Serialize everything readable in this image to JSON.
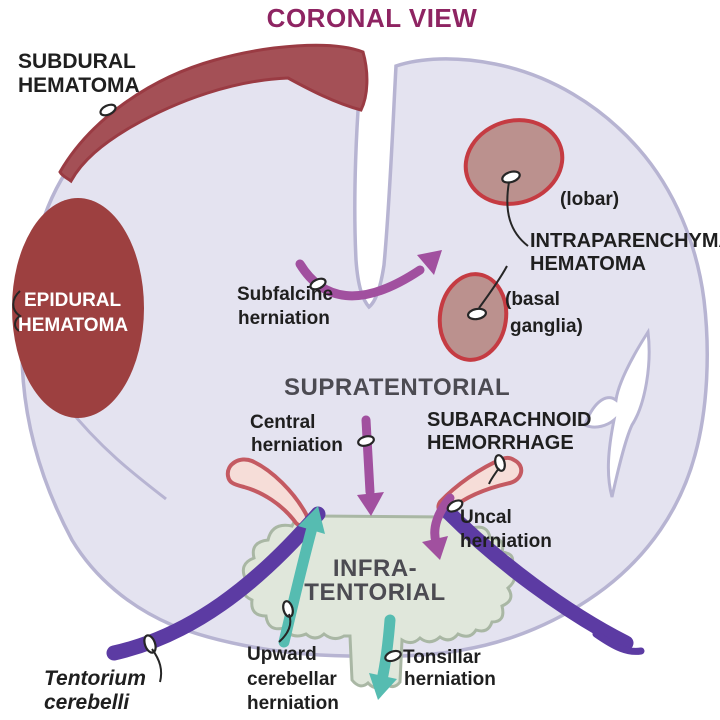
{
  "title": "CORONAL VIEW",
  "view": "coronal brain diagram of hematomas and herniations",
  "labels": {
    "subdural": [
      "SUBDURAL",
      "HEMATOMA"
    ],
    "epidural": [
      "EPIDURAL",
      "HEMATOMA"
    ],
    "subfalcine_herniation": [
      "Subfalcine",
      "herniation"
    ],
    "lobar": "(lobar)",
    "intraparenchymal": [
      "INTRAPARENCHYMAL",
      "HEMATOMA"
    ],
    "basal_ganglia": [
      "(basal",
      "ganglia)"
    ],
    "supratentorial": "SUPRATENTORIAL",
    "central_herniation": [
      "Central",
      "herniation"
    ],
    "subarachnoid": [
      "SUBARACHNOID",
      "HEMORRHAGE"
    ],
    "uncal_herniation": [
      "Uncal",
      "herniation"
    ],
    "infratentorial": [
      "INFRA-",
      "TENTORIAL"
    ],
    "tentorium_cerebelli": [
      "Tentorium",
      "cerebelli"
    ],
    "upward_cerebellar": [
      "Upward",
      "cerebellar",
      "herniation"
    ],
    "tonsillar_herniation": [
      "Tonsillar",
      "herniation"
    ]
  },
  "colors": {
    "title": "#8E2462",
    "text_dark": "#1F1F1F",
    "text_gray": "#4C4B52",
    "text_white": "#FFFFFF",
    "brain_fill": "#E4E3F0",
    "brain_stroke": "#B7B4D2",
    "subdural_fill": "#A45056",
    "subdural_stroke": "#9A3B43",
    "epidural_fill": "#9D4040",
    "iph_fill": "#BB918E",
    "iph_stroke": "#C53B42",
    "sah_band_fill": "#F6DDD8",
    "sah_band_stroke": "#C45A62",
    "cerebellum_fill": "#E0E7DB",
    "cerebellum_stroke": "#A9B7A4",
    "tentorium_purple": "#5C3BA3",
    "teal_arrow": "#56BCB1",
    "magenta_arrow": "#A1509F",
    "pointer_stroke": "#262626",
    "white": "#FFFFFF"
  }
}
